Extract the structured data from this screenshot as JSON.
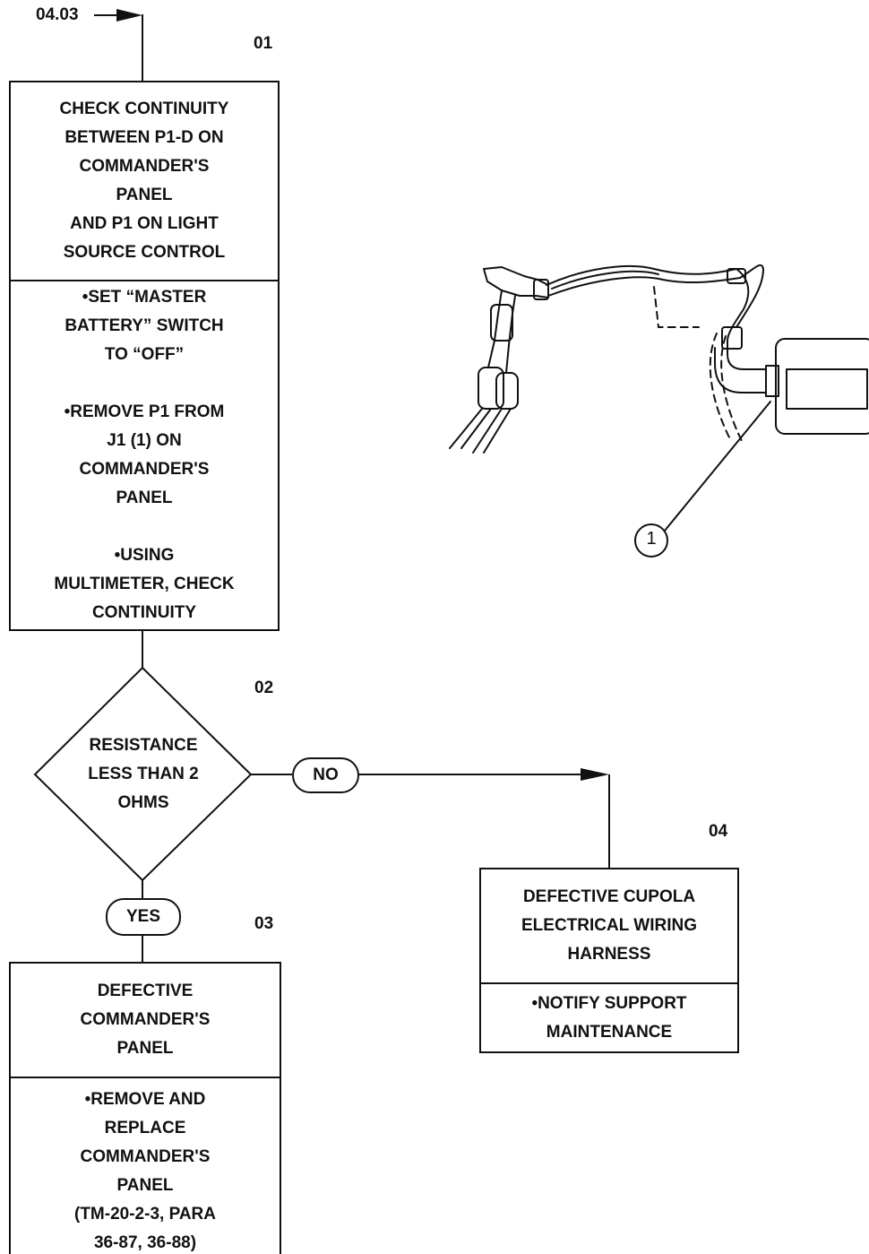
{
  "ref_label": "04.03",
  "steps": {
    "s01": {
      "number": "01",
      "header_lines": [
        "CHECK CONTINUITY",
        "BETWEEN P1-D ON",
        "COMMANDER'S",
        "PANEL",
        "AND P1 ON LIGHT",
        "SOURCE CONTROL"
      ],
      "action_1": [
        "•SET “MASTER",
        "BATTERY” SWITCH",
        "TO “OFF”"
      ],
      "action_2": [
        "•REMOVE P1 FROM",
        "J1 (1) ON",
        "COMMANDER'S",
        "PANEL"
      ],
      "action_3": [
        "•USING",
        "MULTIMETER, CHECK",
        "CONTINUITY"
      ]
    },
    "s02": {
      "number": "02",
      "question_lines": [
        "RESISTANCE",
        "LESS THAN 2",
        "OHMS"
      ]
    },
    "s03": {
      "number": "03",
      "header_lines": [
        "DEFECTIVE",
        "COMMANDER'S",
        "PANEL"
      ],
      "action_lines": [
        "•REMOVE AND",
        "REPLACE",
        "COMMANDER'S",
        "PANEL",
        "(TM-20-2-3, PARA",
        "36-87, 36-88)"
      ]
    },
    "s04": {
      "number": "04",
      "header_lines": [
        "DEFECTIVE CUPOLA",
        "ELECTRICAL WIRING",
        "HARNESS"
      ],
      "action_lines": [
        "•NOTIFY SUPPORT",
        "MAINTENANCE"
      ]
    }
  },
  "decisions": {
    "no_label": "NO",
    "yes_label": "YES"
  },
  "illustration": {
    "callout_label": "1"
  }
}
